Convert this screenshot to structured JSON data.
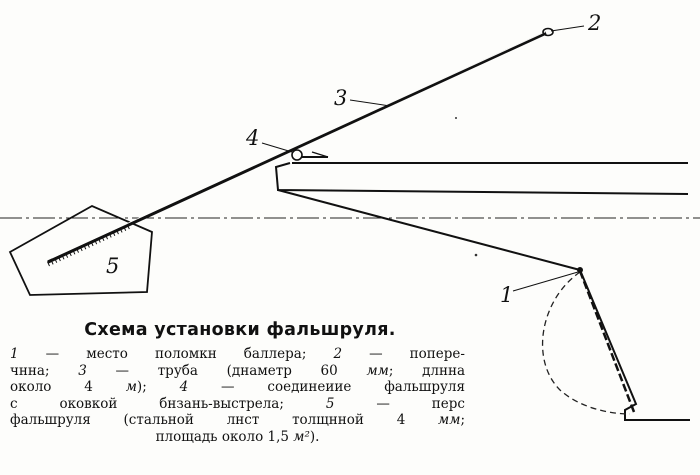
{
  "callouts": {
    "one": "1",
    "two": "2",
    "three": "3",
    "four": "4",
    "five": "5"
  },
  "caption": {
    "title": "Схема установки фальшруля.",
    "legend_lines": [
      [
        {
          "t": "1",
          "num": true
        },
        {
          "t": " — место поломкн баллера; ",
          "num": false
        },
        {
          "t": "2",
          "num": true
        },
        {
          "t": " — попере-",
          "num": false
        }
      ],
      [
        {
          "t": "чнна; ",
          "num": false
        },
        {
          "t": "3",
          "num": true
        },
        {
          "t": " — труба (днаметр 60 ",
          "num": false
        },
        {
          "t": "мм",
          "num": true
        },
        {
          "t": "; длнна",
          "num": false
        }
      ],
      [
        {
          "t": "около 4 ",
          "num": false
        },
        {
          "t": "м",
          "num": true
        },
        {
          "t": "); ",
          "num": false
        },
        {
          "t": "4",
          "num": true
        },
        {
          "t": " — соединеиие фальшруля",
          "num": false
        }
      ],
      [
        {
          "t": "с оковкой бнзань-выстрела; ",
          "num": false
        },
        {
          "t": "5",
          "num": true
        },
        {
          "t": " — перс",
          "num": false
        }
      ],
      [
        {
          "t": "фальшруля (стальной лнст толщнной 4 ",
          "num": false
        },
        {
          "t": "мм",
          "num": true
        },
        {
          "t": ";",
          "num": false
        }
      ],
      [
        {
          "t": "площадь около 1,5 ",
          "num": false
        },
        {
          "t": "м²",
          "num": true
        },
        {
          "t": ").",
          "num": false
        }
      ]
    ]
  }
}
